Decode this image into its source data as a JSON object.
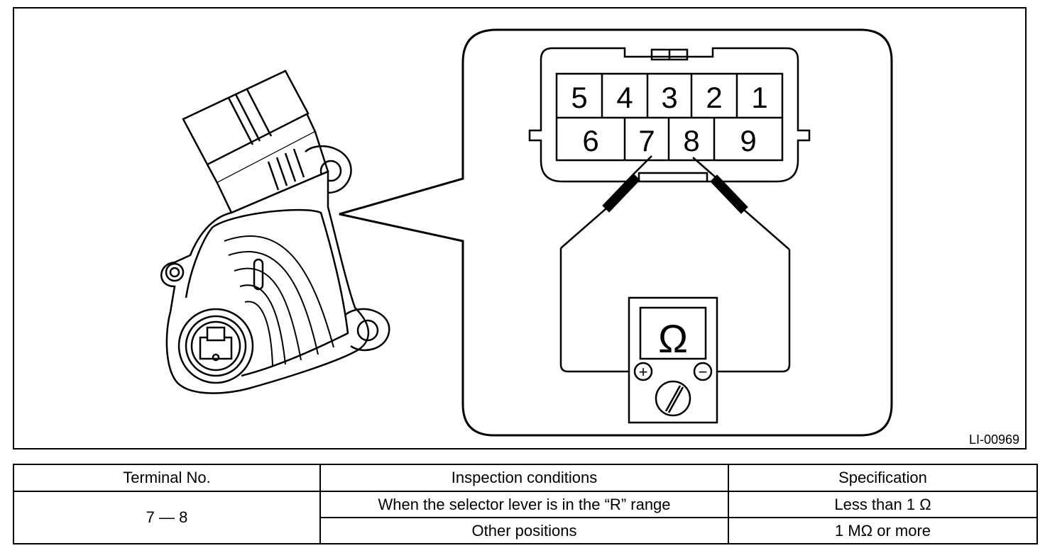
{
  "figure": {
    "id_label": "LI-00969",
    "connector_pins_row1": [
      "5",
      "4",
      "3",
      "2",
      "1"
    ],
    "connector_pins_row2": [
      "6",
      "7",
      "8",
      "9"
    ],
    "meter_symbol": "Ω",
    "meter_plus_symbol": "+",
    "meter_minus_symbol": "−",
    "icons": [
      "inhibitor-switch-icon",
      "connector-icon",
      "ohmmeter-icon",
      "probe-icon"
    ]
  },
  "table": {
    "headers": [
      "Terminal No.",
      "Inspection conditions",
      "Specification"
    ],
    "terminal": "7 — 8",
    "rows": [
      {
        "condition": "When the selector lever is in the “R” range",
        "spec": "Less than 1 Ω"
      },
      {
        "condition": "Other positions",
        "spec": "1 MΩ or more"
      }
    ]
  }
}
